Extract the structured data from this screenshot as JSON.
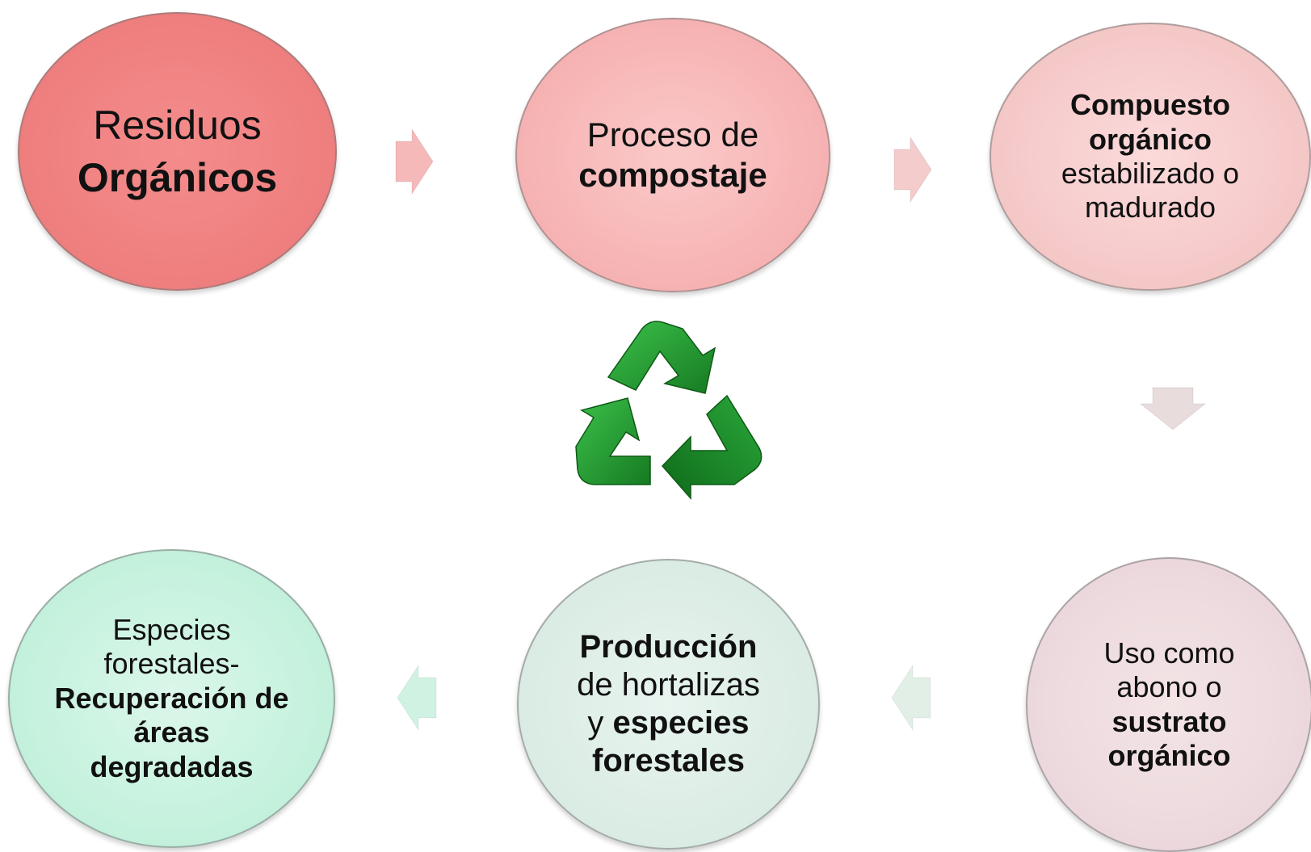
{
  "nodes": [
    {
      "id": "residuos",
      "lines": [
        {
          "text": "Residuos",
          "bold": false
        },
        {
          "text": "Orgánicos",
          "bold": true
        }
      ],
      "color": "#f08080"
    },
    {
      "id": "proceso",
      "lines": [
        {
          "text": "Proceso de",
          "bold": false
        },
        {
          "text": "compostaje",
          "bold": true
        }
      ],
      "color": "#f7b5b5"
    },
    {
      "id": "compuesto",
      "lines": [
        {
          "text": "Compuesto",
          "bold": true
        },
        {
          "text": "orgánico",
          "bold": true
        },
        {
          "text": "estabilizado o",
          "bold": false
        },
        {
          "text": "madurado",
          "bold": false
        }
      ],
      "color": "#f6caca"
    },
    {
      "id": "uso",
      "lines": [
        {
          "text": "Uso como",
          "bold": false
        },
        {
          "text": "abono o",
          "bold": false
        },
        {
          "text": "sustrato",
          "bold": true
        },
        {
          "text": "orgánico",
          "bold": true
        }
      ],
      "color": "#eddade"
    },
    {
      "id": "produccion",
      "lines": [
        {
          "text": "Producción",
          "bold": true
        },
        {
          "text": "de hortalizas",
          "bold": false
        },
        {
          "text": "y ",
          "bold": false,
          "suffix": "especies"
        },
        {
          "text": "forestales",
          "bold": true
        }
      ],
      "color": "#dcede5"
    },
    {
      "id": "especies",
      "lines": [
        {
          "text": "Especies",
          "bold": false
        },
        {
          "text": "forestales-",
          "bold": false
        },
        {
          "text": "Recuperación de",
          "bold": true
        },
        {
          "text": "áreas",
          "bold": true
        },
        {
          "text": "degradadas",
          "bold": true
        }
      ],
      "color": "#c6f2de"
    }
  ],
  "arrows": [
    {
      "from": "residuos",
      "to": "proceso",
      "direction": "right",
      "color": "#f6b9b9"
    },
    {
      "from": "proceso",
      "to": "compuesto",
      "direction": "right",
      "color": "#f4cccc"
    },
    {
      "from": "compuesto",
      "to": "uso",
      "direction": "down",
      "color": "#e9dcdc"
    },
    {
      "from": "uso",
      "to": "produccion",
      "direction": "left",
      "color": "#e1efe7"
    },
    {
      "from": "produccion",
      "to": "especies",
      "direction": "left",
      "color": "#d0f2e2"
    }
  ],
  "center_icon": {
    "name": "recycle-icon",
    "color": "#1f9a2e"
  }
}
